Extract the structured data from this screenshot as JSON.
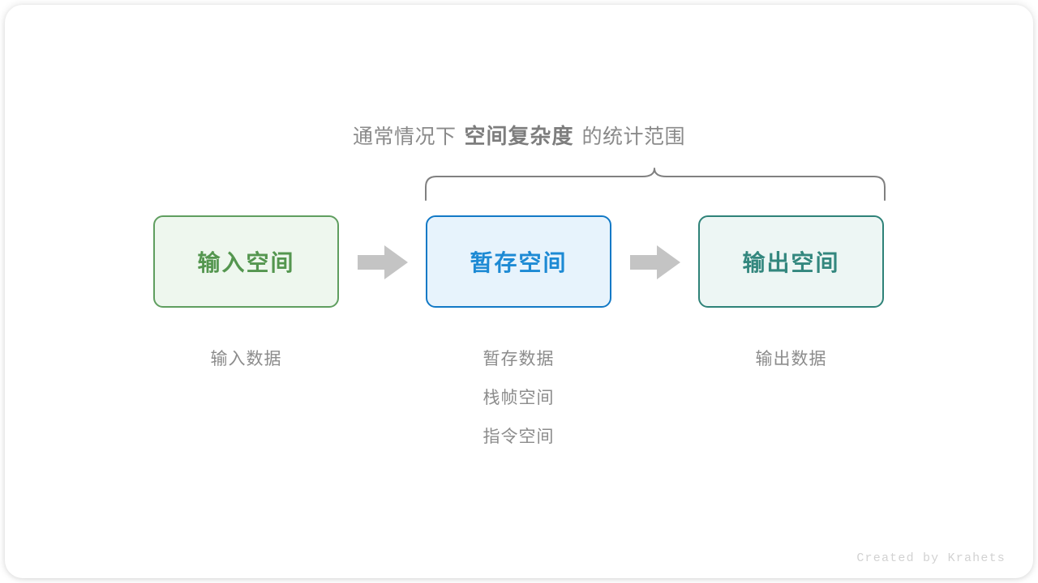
{
  "figure": {
    "title_prefix": "通常情况下",
    "title_emphasis": "空间复杂度",
    "title_suffix": "的统计范围",
    "watermark": "Created by Krahets"
  },
  "colors": {
    "input_border": "#5f9e5f",
    "input_fill": "#eef7ee",
    "input_text": "#54964f",
    "temp_border": "#1279c6",
    "temp_fill": "#e7f3fc",
    "temp_text": "#1d8ad4",
    "output_border": "#2e8278",
    "output_fill": "#edf6f4",
    "output_text": "#33877e",
    "arrow": "#c4c4c4",
    "brace": "#808080",
    "caption_text": "#8c8c8c",
    "heading_text": "#8a8a8a",
    "watermark_text": "#d2d2d2"
  },
  "stages": [
    {
      "id": "input",
      "box_label": "输入空间",
      "captions": [
        "输入数据"
      ]
    },
    {
      "id": "temp",
      "box_label": "暂存空间",
      "captions": [
        "暂存数据",
        "栈帧空间",
        "指令空间"
      ]
    },
    {
      "id": "output",
      "box_label": "输出空间",
      "captions": [
        "输出数据"
      ]
    }
  ],
  "arrows": [
    {
      "id": "arrow-input-to-temp",
      "glyph": "right-arrow"
    },
    {
      "id": "arrow-temp-to-output",
      "glyph": "right-arrow"
    }
  ],
  "brace": {
    "id": "scope-brace",
    "spans": [
      "temp",
      "output"
    ]
  }
}
